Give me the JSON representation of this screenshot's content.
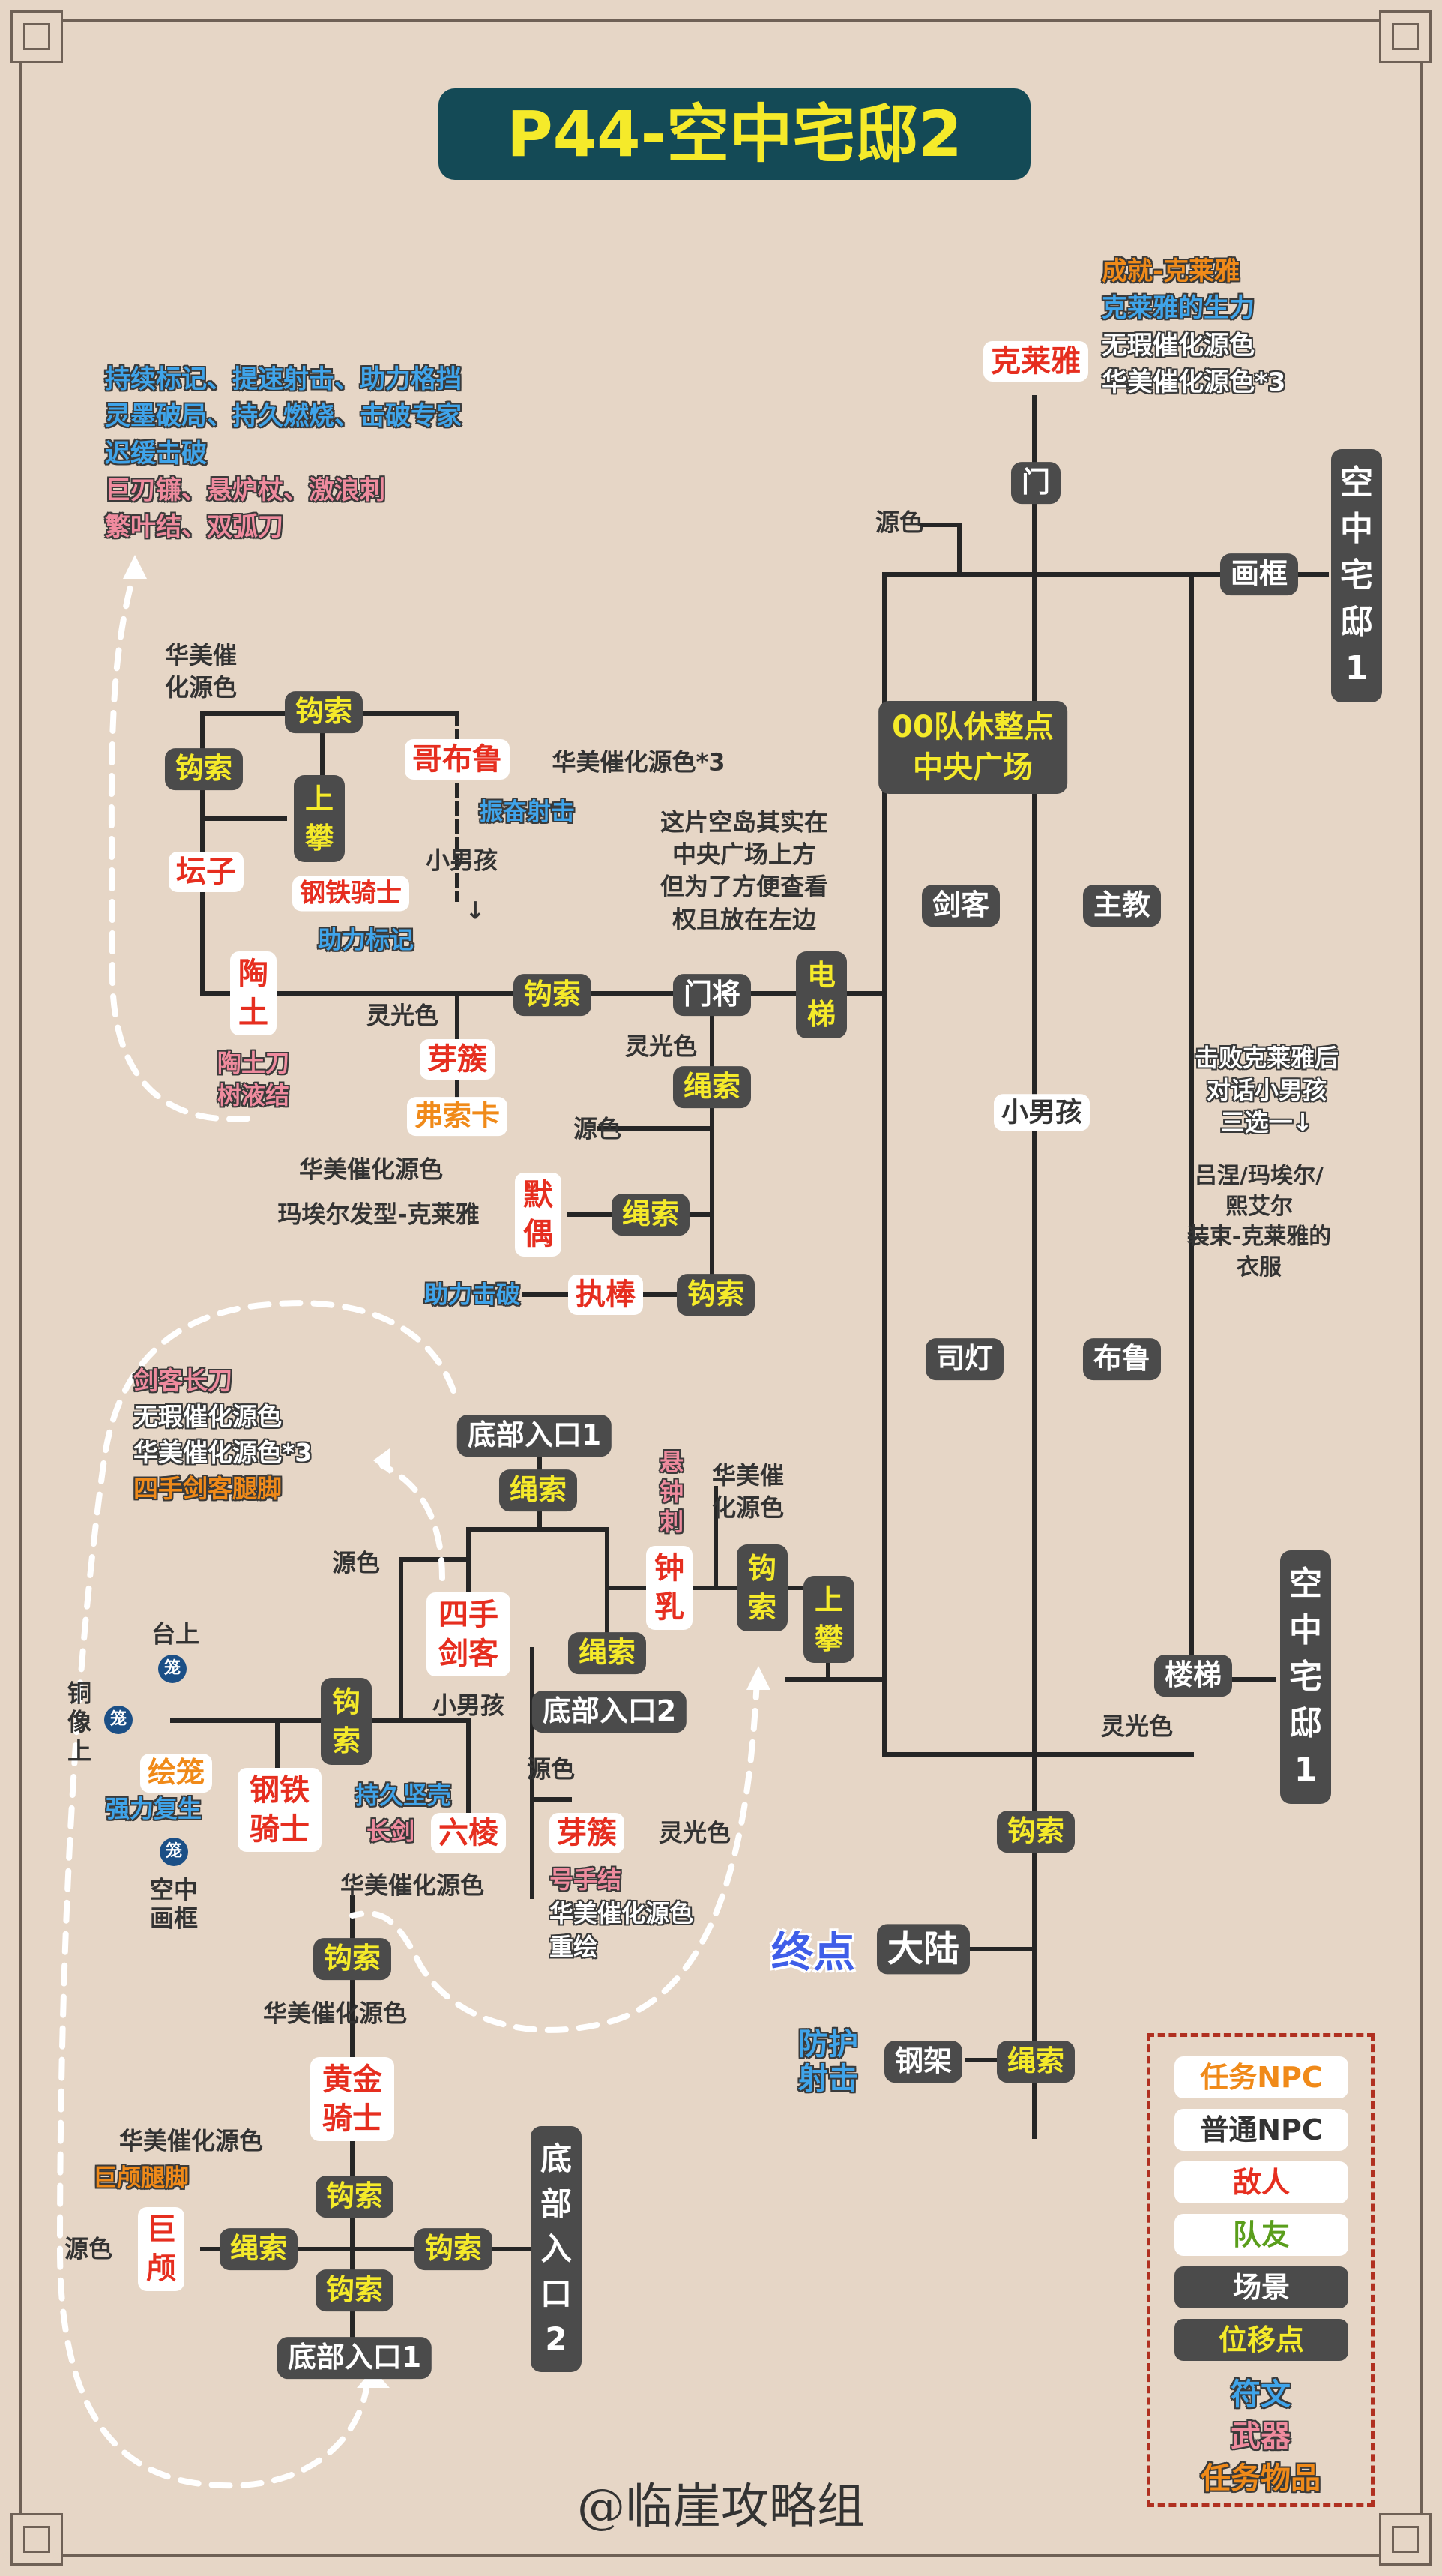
{
  "title": "P44-空中宅邸2",
  "credit": "@临崖攻略组",
  "nodes": {
    "door": "门",
    "frame": "画框",
    "skyhouse_top": "空中宅邸1",
    "skyhouse_bottom": "空中宅邸1",
    "rest_point": "00队休整点\n中央广场",
    "swordsman": "剑客",
    "bishop": "主教",
    "lamplighter": "司灯",
    "blue": "布鲁",
    "kid_center": "小男孩",
    "stairs": "楼梯",
    "hook_center": "钩索",
    "mainland": "大陆",
    "steel_frame": "钢架",
    "rope_bottom_right": "绳索",
    "clair": "克莱雅",
    "hook_nw_top": "钩索",
    "hook_nw_left": "钩索",
    "climb_nw": "上攀",
    "urn": "坛子",
    "goblin": "哥布鲁",
    "iron_knight_nw": "钢铁骑士",
    "kid_nw": "小男孩",
    "pottery": "陶土",
    "hook_mid": "钩索",
    "gatekeeper": "门将",
    "elevator": "电梯",
    "sprout_nw": "芽簇",
    "fosoka": "弗索卡",
    "rope_mid": "绳索",
    "mute_puppet": "默偶",
    "rope_mid2": "绳索",
    "stick_wielder": "执棒",
    "hook_mid2": "钩索",
    "bottom_entry1_top": "底部入口1",
    "rope_sw_top": "绳索",
    "bell_stalactite": "钟乳",
    "hook_sw_right": "钩索",
    "climb_sw": "上攀",
    "four_arm": "四手剑客",
    "rope_sw_mid": "绳索",
    "kid_sw": "小男孩",
    "bottom_entry2_mid": "底部入口2",
    "hook_sw_left": "钩索",
    "iron_knight_sw": "钢铁骑士",
    "painted_dragon": "绘笼",
    "hexa_pillar": "六棱",
    "sprout_sw": "芽簇",
    "hook_low": "钩索",
    "gold_knight": "黄金骑士",
    "hook_low2": "钩索",
    "giant_skull": "巨颅",
    "rope_low": "绳索",
    "hook_low3": "钩索",
    "hook_low4": "钩索",
    "bottom_entry2_right": "底部入口2",
    "bottom_entry1_bottom": "底部入口1"
  },
  "texts": {
    "source_color_door": "源色",
    "clair_rewards": {
      "a": "成就-",
      "b": "克莱雅",
      "c": "克莱雅的生力",
      "d": "无瑕催化源色",
      "e": "华美催化源色*3"
    },
    "nw_rewards": {
      "l1": "持续标记、提速射击、助力格挡",
      "l2": "灵墨破局、持久燃烧、击破专家",
      "l3": "迟缓击破",
      "l4": "巨刃镰、悬炉杖、激浪刺",
      "l5": "繁叶结、双弧刀"
    },
    "nw_catalyst": "华美催\n化源色",
    "goblin_drop": "华美催化源色*3",
    "goblin_rune": "振奋射击",
    "kid_arrow": "↓",
    "iron_knight_rune": "助力标记",
    "spirit_color_nw": "灵光色",
    "pottery_drops": "陶土刀\n树液结",
    "note_island": "这片空岛其实在\n中央广场上方\n但为了方便查看\n权且放在左边",
    "spirit_color_mid": "灵光色",
    "source_color_mid": "源色",
    "fine_catalyst_mid": "华美催化源色",
    "costume_mid": "玛埃尔发型-克莱雅",
    "assist_break": "助力击破",
    "note_defeat": "击败克莱雅后\n对话小男孩\n三选一↓",
    "note_choice": "吕涅/玛埃尔/\n熙艾尔\n装束-克莱雅的\n衣服",
    "spirit_color_stairs": "灵光色",
    "sw_rewards": {
      "a": "剑客长刀",
      "b": "无瑕催化源色",
      "c": "华美催化源色*3",
      "d": "四手剑客腿脚"
    },
    "source_color_sw": "源色",
    "bell_drop": "悬\n钟\n刺",
    "sw_catalyst": "华美催\n化源色",
    "platform_top": "台上",
    "statue_top": "铜\n像\n上",
    "dragon_glyph": "笼",
    "dragon_rune": "强力复生",
    "sky_frame": "空中\n画框",
    "sturdy_sword": "持久坚壳",
    "long_sword": "长剑",
    "source_color_hexa": "源色",
    "spirit_color_sprout": "灵光色",
    "sprout_drops": {
      "a": "号手结",
      "b": "华美催化源色",
      "c": "重绘"
    },
    "fine_catalyst_hexa": "华美催化源色",
    "fine_catalyst_low": "华美催化源色",
    "skull_catalyst": "华美催化源色",
    "skull_legs": "巨颅腿脚",
    "source_color_skull": "源色",
    "end_point": "终点",
    "protect_shot": "防护\n射击"
  },
  "legend": [
    "任务NPC",
    "普通NPC",
    "敌人",
    "队友",
    "场景",
    "位移点",
    "符文",
    "武器",
    "任务物品"
  ],
  "colors": {
    "scene_bg": "#4b4b4b",
    "move_text": "#f5ea2a",
    "enemy": "#e62e1f",
    "quest": "#f08a19",
    "ally": "#5a9e1c",
    "rune": "#3fa4ea",
    "weapon": "#ef8b9e",
    "title_bg": "#144a56",
    "endpoint": "#3f5ee8"
  }
}
